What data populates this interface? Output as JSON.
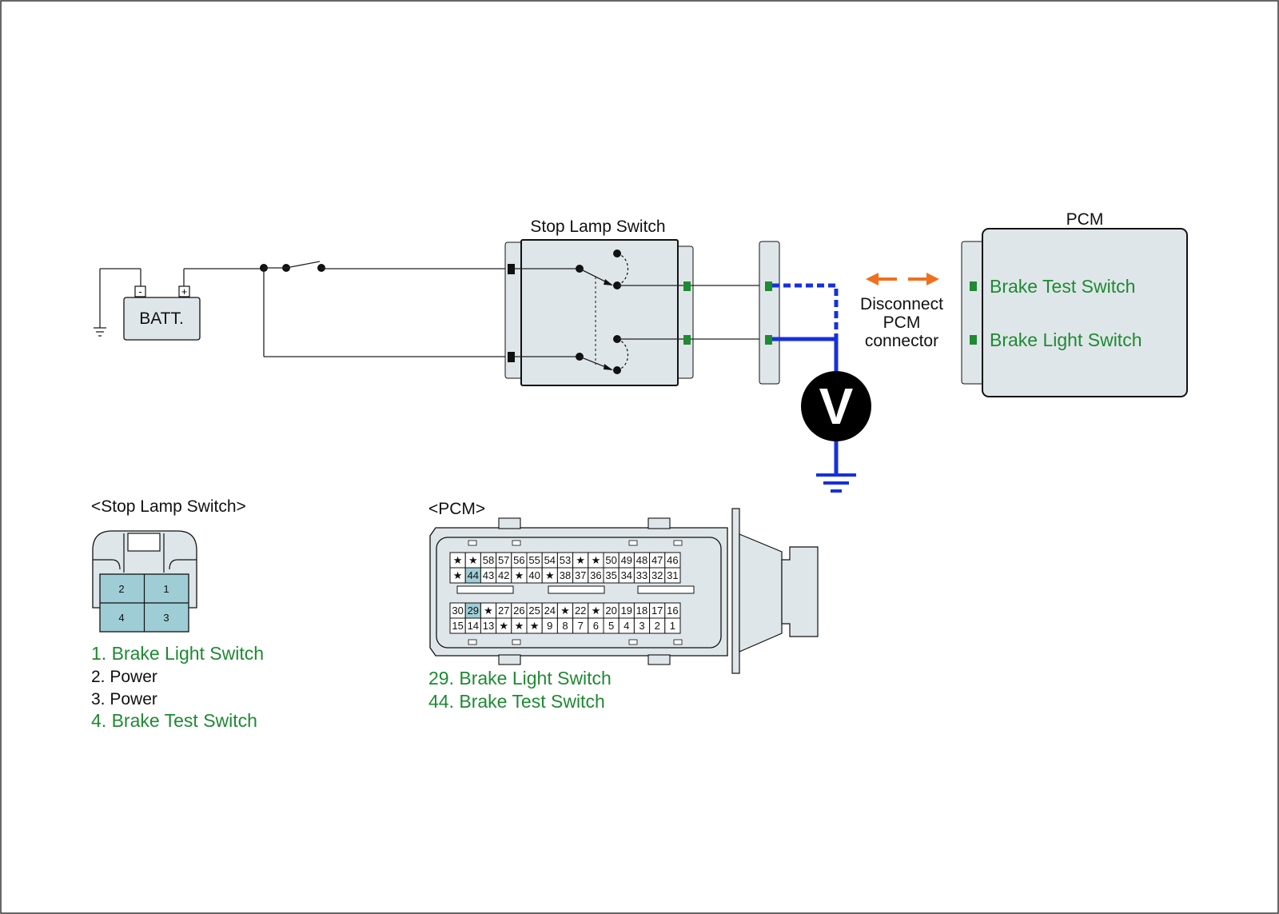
{
  "diagram": {
    "battery_label": "BATT.",
    "battery_minus": "-",
    "battery_plus": "+",
    "stop_lamp_switch_title": "Stop Lamp Switch",
    "pcm_title": "PCM",
    "pcm_brake_test": "Brake Test Switch",
    "pcm_brake_light": "Brake Light Switch",
    "disconnect_label": [
      "Disconnect",
      "PCM",
      "connector"
    ],
    "voltmeter_label": "V"
  },
  "sls_connector": {
    "title": "<Stop Lamp Switch>",
    "pins": [
      "2",
      "1",
      "4",
      "3"
    ],
    "legend": [
      {
        "text": "1. Brake Light Switch",
        "highlight": true
      },
      {
        "text": "2. Power",
        "highlight": false
      },
      {
        "text": "3. Power",
        "highlight": false
      },
      {
        "text": "4. Brake Test Switch",
        "highlight": true
      }
    ]
  },
  "pcm_connector": {
    "title": "<PCM>",
    "rows": [
      [
        "★",
        "★",
        "58",
        "57",
        "56",
        "55",
        "54",
        "53",
        "★",
        "★",
        "50",
        "49",
        "48",
        "47",
        "46"
      ],
      [
        "★",
        "44",
        "43",
        "42",
        "★",
        "40",
        "★",
        "38",
        "37",
        "36",
        "35",
        "34",
        "33",
        "32",
        "31"
      ],
      [
        "30",
        "29",
        "★",
        "27",
        "26",
        "25",
        "24",
        "★",
        "22",
        "★",
        "20",
        "19",
        "18",
        "17",
        "16"
      ],
      [
        "15",
        "14",
        "13",
        "★",
        "★",
        "★",
        "9",
        "8",
        "7",
        "6",
        "5",
        "4",
        "3",
        "2",
        "1"
      ]
    ],
    "highlighted_pins": [
      "29",
      "44"
    ],
    "legend": [
      {
        "text": "29. Brake Light Switch"
      },
      {
        "text": "44. Brake Test Switch"
      }
    ]
  },
  "colors": {
    "wire_probe": "#1530e0",
    "highlight_text": "#1e8a32",
    "arrow": "#f07020",
    "pin_highlight": "#9fcdd6",
    "box_fill": "#dfe6e9"
  }
}
